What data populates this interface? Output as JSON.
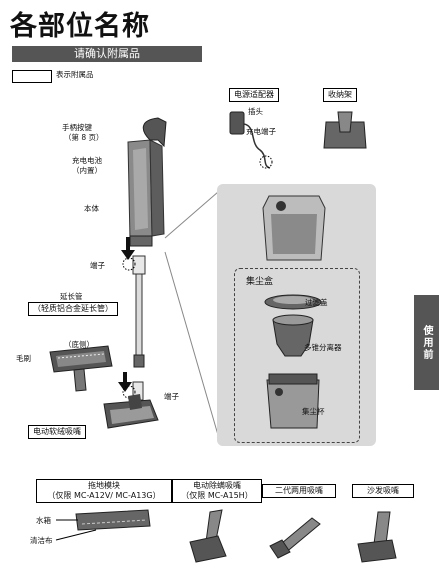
{
  "title": "各部位名称",
  "banner": "请确认附属品",
  "legend": "表示附属品",
  "accessories_top": {
    "adapter": "电源适配器",
    "plug": "插头",
    "charge_terminal": "充电端子",
    "stand": "收纳架"
  },
  "body_labels": {
    "handle_button": "手柄按键",
    "handle_button_page": "（第 8 页）",
    "battery": "充电电池",
    "battery_note": "（内置）",
    "body": "本体",
    "terminal1": "端子",
    "ext_pipe": "延长管",
    "ext_pipe_note": "（轻质铝合金延长管）",
    "bottom_side": "（底侧）",
    "brush": "毛刷",
    "terminal2": "端子",
    "nozzle": "电动软绒吸嘴"
  },
  "dust": {
    "box": "集尘盒",
    "filter_cover": "过滤盖",
    "separator": "多锥分离器",
    "cup": "集尘杯"
  },
  "side_tab": "使用前",
  "bottom_accessories": [
    {
      "line1": "拖地模块",
      "line2": "（仅限 MC-A12V/ MC-A13G）"
    },
    {
      "line1": "电动除螨吸嘴",
      "line2": "（仅限 MC-A15H）"
    },
    {
      "line1": "二代两用吸嘴",
      "line2": ""
    },
    {
      "line1": "沙发吸嘴",
      "line2": ""
    }
  ],
  "mop_labels": {
    "water_tank": "水箱",
    "cloth": "清洁布"
  }
}
